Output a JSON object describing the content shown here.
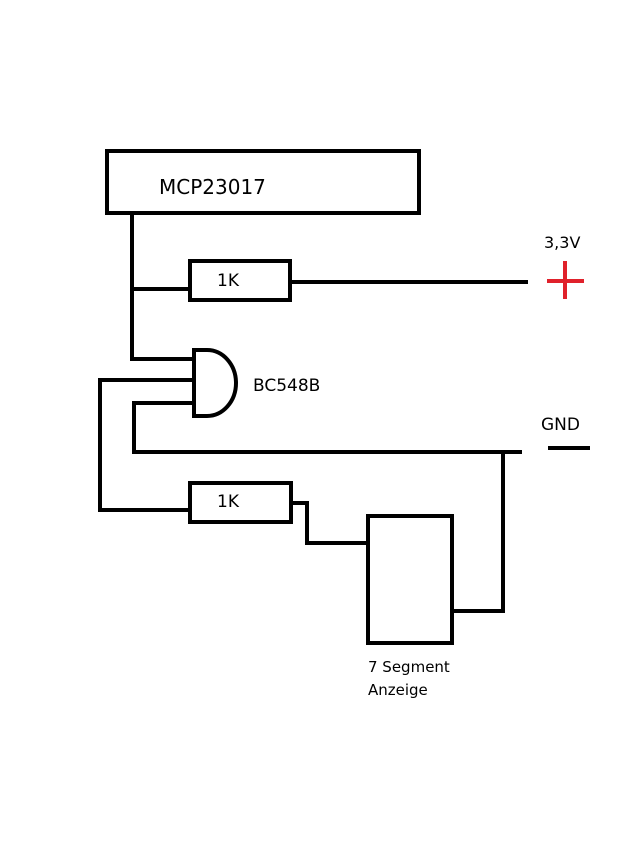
{
  "chip": {
    "label": "MCP23017"
  },
  "resistor_top": {
    "label": "1K"
  },
  "resistor_bottom": {
    "label": "1K"
  },
  "transistor": {
    "label": "BC548B"
  },
  "supply": {
    "label": "3,3V"
  },
  "ground": {
    "label": "GND"
  },
  "display": {
    "label_line1": "7 Segment",
    "label_line2": "Anzeige"
  },
  "colors": {
    "line": "#000000",
    "supply": "#e0212b",
    "background": "#ffffff"
  }
}
